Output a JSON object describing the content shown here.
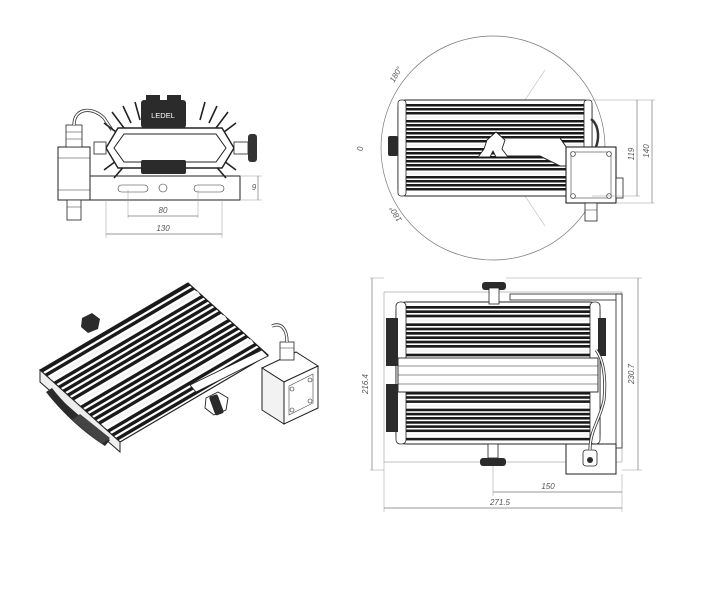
{
  "front_view": {
    "logo_text": "LEDEL",
    "dim_width": "130",
    "dim_slot": "80",
    "dim_height": "9"
  },
  "top_view": {
    "angle_top": "180°",
    "angle_mid": "0",
    "angle_bottom": "180°",
    "dim_height_inner": "119",
    "dim_height_outer": "140"
  },
  "bottom_view": {
    "dim_total_height": "216.4",
    "dim_inner_height": "230.7",
    "dim_offset": "150",
    "dim_total_width": "271.5"
  },
  "colors": {
    "line": "#222222",
    "dimension": "#777777",
    "fin": "#1a1a1a"
  }
}
